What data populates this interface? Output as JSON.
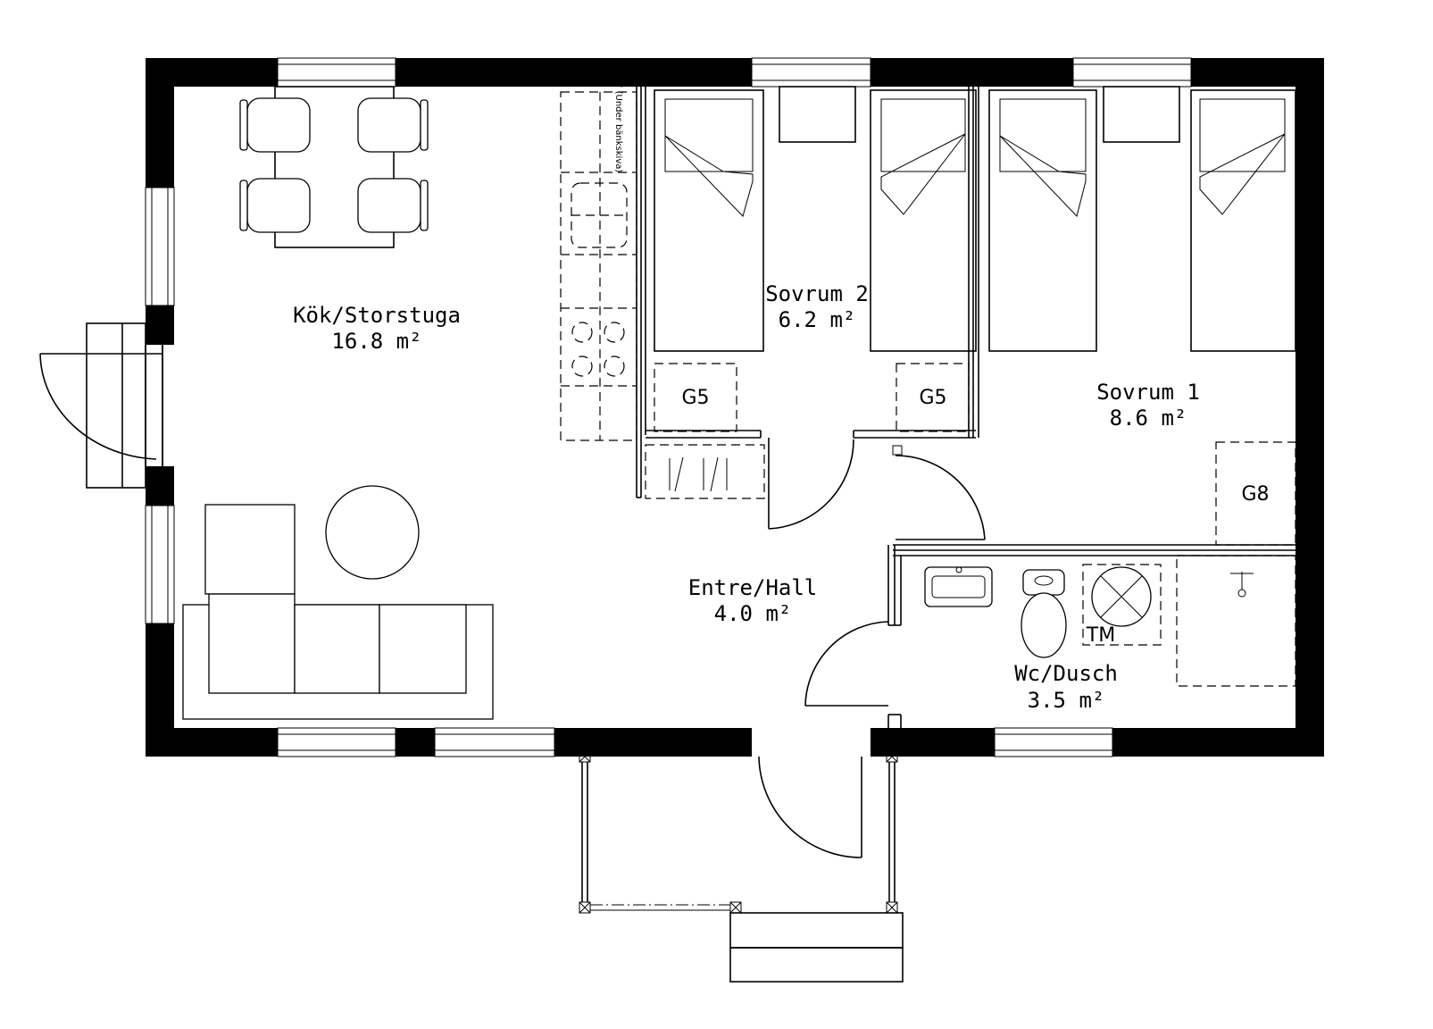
{
  "colors": {
    "wall": "#000000",
    "background": "#ffffff"
  },
  "rooms": {
    "kitchen": {
      "name": "Kök/Storstuga",
      "area": "16.8 m²"
    },
    "bedroom2": {
      "name": "Sovrum 2",
      "area": "6.2 m²"
    },
    "bedroom1": {
      "name": "Sovrum 1",
      "area": "8.6 m²"
    },
    "hall": {
      "name": "Entre/Hall",
      "area": "4.0 m²"
    },
    "bath": {
      "name": "Wc/Dusch",
      "area": "3.5 m²"
    }
  },
  "closets": {
    "g5_left": "G5",
    "g5_right": "G5",
    "g8": "G8"
  },
  "appliances": {
    "tm": "TM",
    "kf_note": "K/F (Under bänkskiva)"
  }
}
